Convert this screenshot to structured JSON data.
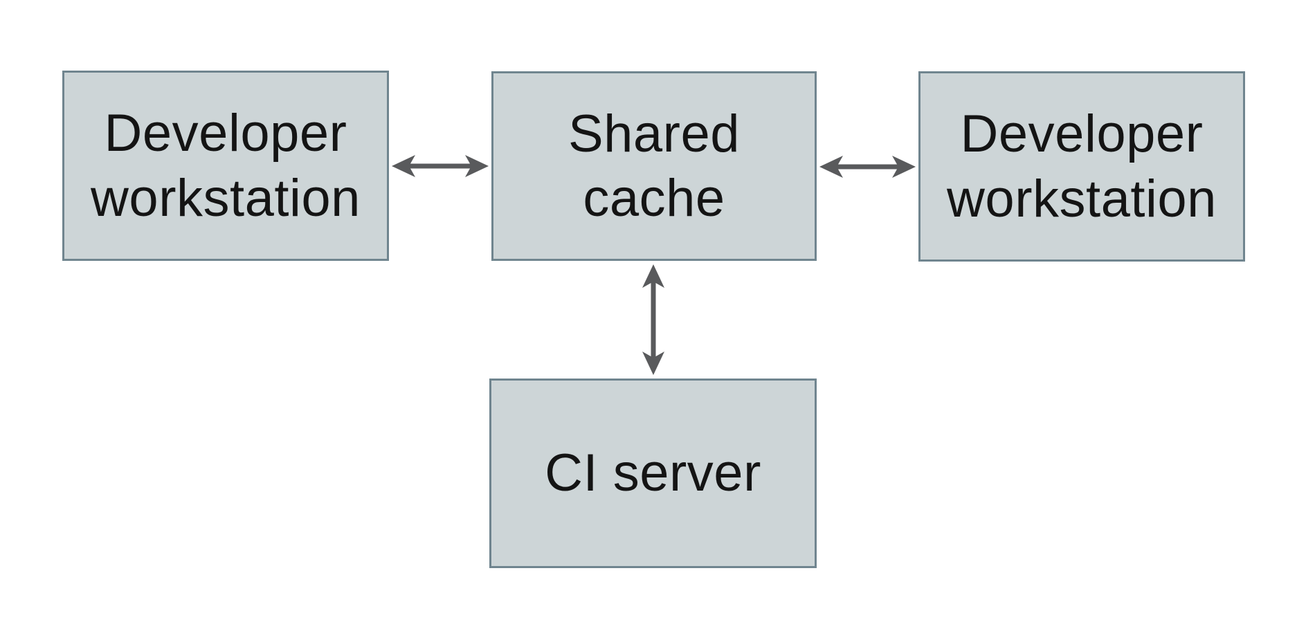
{
  "diagram": {
    "type": "architecture-diagram",
    "nodes": [
      {
        "id": "developer-workstation-left",
        "label": "Developer workstation",
        "lines": [
          "Developer",
          "workstation"
        ],
        "position": "left"
      },
      {
        "id": "shared-cache",
        "label": "Shared cache",
        "lines": [
          "Shared",
          "cache"
        ],
        "position": "center-top"
      },
      {
        "id": "developer-workstation-right",
        "label": "Developer workstation",
        "lines": [
          "Developer",
          "workstation"
        ],
        "position": "right"
      },
      {
        "id": "ci-server",
        "label": "CI server",
        "lines": [
          "CI server"
        ],
        "position": "center-bottom"
      }
    ],
    "edges": [
      {
        "from": "developer-workstation-left",
        "to": "shared-cache",
        "type": "bidirectional",
        "orientation": "horizontal"
      },
      {
        "from": "shared-cache",
        "to": "developer-workstation-right",
        "type": "bidirectional",
        "orientation": "horizontal"
      },
      {
        "from": "shared-cache",
        "to": "ci-server",
        "type": "bidirectional",
        "orientation": "vertical"
      }
    ]
  },
  "theme": {
    "background": "#ffffff",
    "node_fill": "#cdd5d7",
    "node_border": "#70858f",
    "arrow_color": "#595a5c",
    "text_color": "#141414"
  }
}
